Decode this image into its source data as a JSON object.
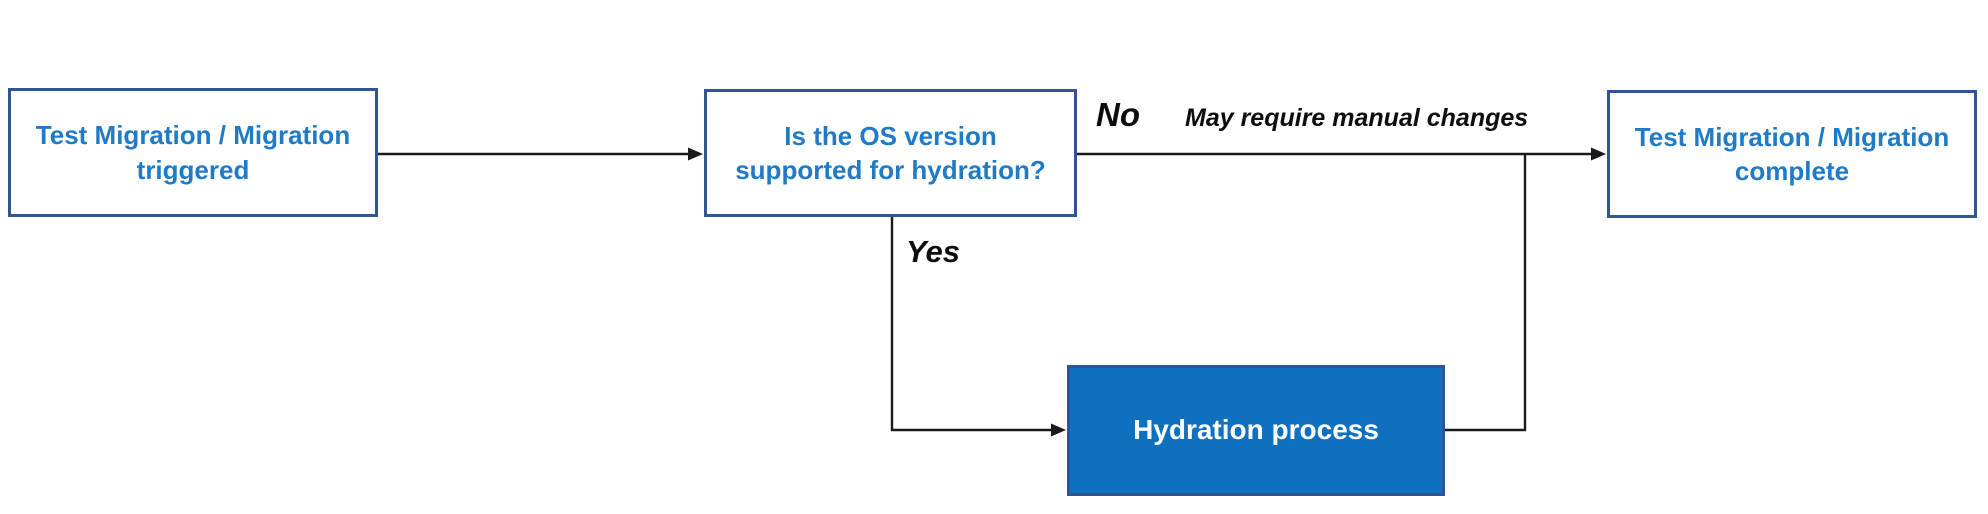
{
  "diagram": {
    "nodes": {
      "start": {
        "lines": [
          "Test Migration / Migration",
          "triggered"
        ]
      },
      "decision": {
        "lines": [
          "Is the OS version",
          "supported for hydration?"
        ]
      },
      "complete": {
        "lines": [
          "Test Migration / Migration",
          "complete"
        ]
      },
      "hydration": {
        "lines": [
          "Hydration process"
        ]
      }
    },
    "edges": {
      "no_label": "No",
      "no_note": "May require manual changes",
      "yes_label": "Yes"
    },
    "colors": {
      "node_border": "#2F5597",
      "node_text": "#1F7BC7",
      "hydration_fill": "#0F70C0",
      "hydration_text": "#FFFFFF",
      "connector": "#1A1A1A"
    }
  }
}
